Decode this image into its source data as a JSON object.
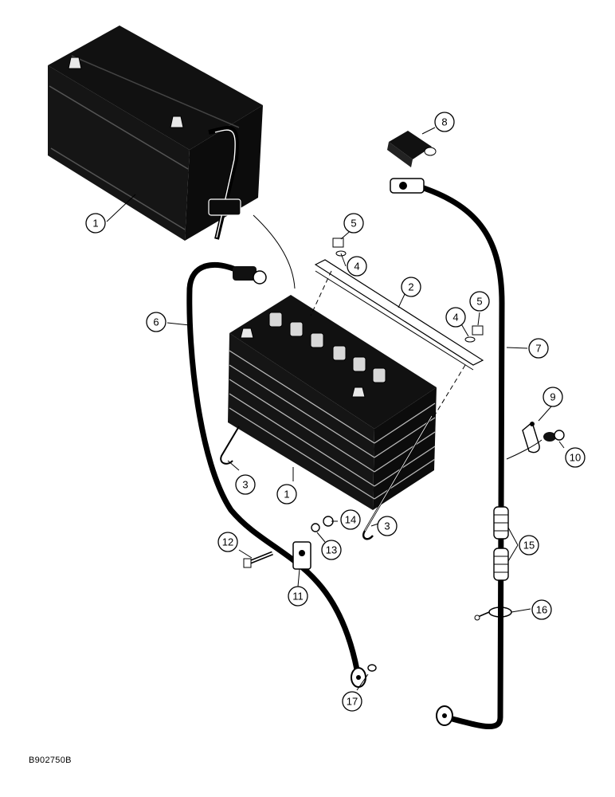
{
  "figure_id": "B902750B",
  "callouts": [
    "1",
    "1",
    "2",
    "3",
    "3",
    "4",
    "4",
    "5",
    "5",
    "6",
    "7",
    "8",
    "9",
    "10",
    "11",
    "12",
    "13",
    "14",
    "15",
    "16",
    "17"
  ]
}
